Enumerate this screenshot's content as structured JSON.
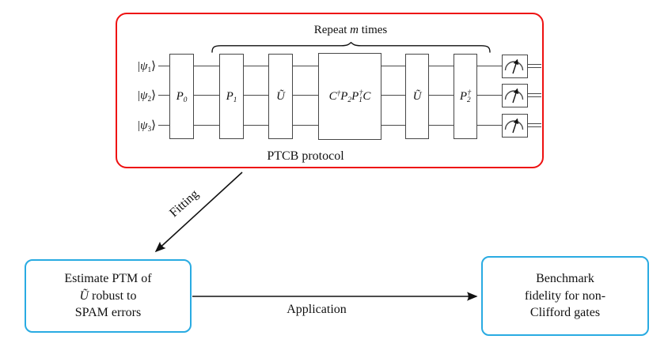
{
  "diagram": {
    "protocol_box": {
      "title": "PTCB protocol",
      "repeat_label": "Repeat $m$ times",
      "inputs": [
        "|$ψ$_1⟩",
        "|$ψ$_2⟩",
        "|$ψ$_3⟩"
      ],
      "gates": [
        "P_0",
        "P_1",
        "Ũ",
        "C^†P_2P_1^†C",
        "Ũ",
        "P_2^†"
      ],
      "measurements": [
        "meter",
        "meter",
        "meter"
      ]
    },
    "edges": {
      "fitting": "Fitting",
      "application": "Application"
    },
    "estimate_box": [
      "Estimate PTM of",
      "$Ũ$ robust to",
      "SPAM errors"
    ],
    "benchmark_box": [
      "Benchmark",
      "fidelity for non-",
      "Clifford gates"
    ],
    "colors": {
      "protocol_border": "#ee1111",
      "result_border": "#29abe2",
      "circuit_stroke": "#474747",
      "arrow": "#111111"
    }
  }
}
